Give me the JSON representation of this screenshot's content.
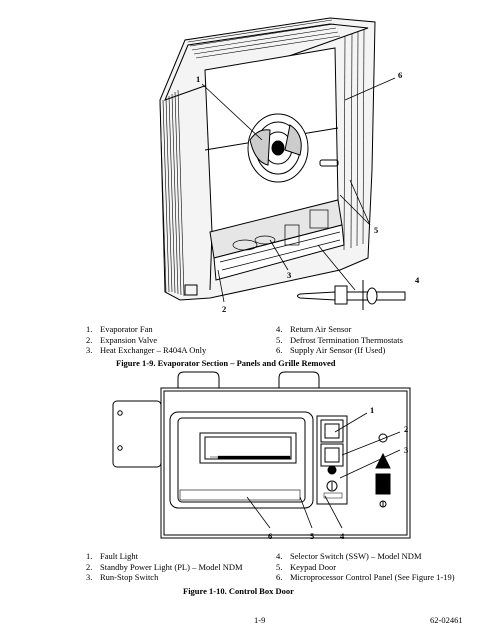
{
  "figure1": {
    "callouts": [
      "1",
      "6",
      "5",
      "3",
      "4",
      "2"
    ],
    "legend_left": [
      {
        "num": "1.",
        "text": "Evaporator Fan"
      },
      {
        "num": "2.",
        "text": "Expansion Valve"
      },
      {
        "num": "3.",
        "text": "Heat Exchanger – R404A Only"
      }
    ],
    "legend_right": [
      {
        "num": "4.",
        "text": "Return Air Sensor"
      },
      {
        "num": "5.",
        "text": "Defrost Termination Thermostats"
      },
      {
        "num": "6.",
        "text": "Supply Air Sensor (If Used)"
      }
    ],
    "caption": "Figure 1-9. Evaporator Section – Panels and Grille Removed"
  },
  "figure2": {
    "callouts": [
      "1",
      "2",
      "3",
      "6",
      "5",
      "4"
    ],
    "legend_left": [
      {
        "num": "1.",
        "text": "Fault Light"
      },
      {
        "num": "2.",
        "text": "Standby Power Light (PL) – Model NDM"
      },
      {
        "num": "3.",
        "text": "Run-Stop Switch"
      }
    ],
    "legend_right": [
      {
        "num": "4.",
        "text": "Selector Switch (SSW) – Model NDM"
      },
      {
        "num": "5.",
        "text": "Keypad Door"
      },
      {
        "num": "6.",
        "text": "Microprocessor Control Panel (See Figure 1-19)"
      }
    ],
    "caption": "Figure 1-10. Control Box Door"
  },
  "footer": {
    "page_number": "1-9",
    "doc_number": "62-02461"
  }
}
